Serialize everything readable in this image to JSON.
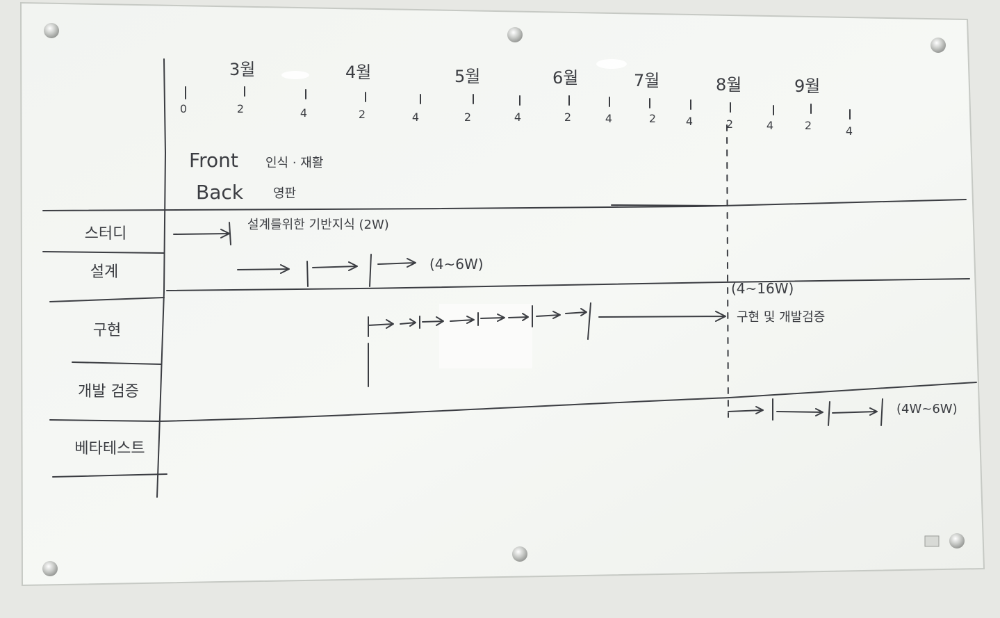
{
  "month_labels": [
    "3월",
    "4월",
    "5월",
    "6월",
    "7월",
    "8월",
    "9월"
  ],
  "week_ticks": [
    "0",
    "2",
    "4",
    "2",
    "4",
    "2",
    "4",
    "2",
    "4",
    "2",
    "4",
    "2",
    "4",
    "2",
    "4"
  ],
  "notes": {
    "front": "Front",
    "front_detail": "인식 · 재활",
    "back": "Back",
    "back_detail": "영판"
  },
  "rows": [
    {
      "label": "스터디",
      "annotation": "설계를위한 기반지식 (2W)"
    },
    {
      "label": "설계",
      "annotation": "(4~6W)"
    },
    {
      "label": "구현",
      "annotation": "구현 및 개발검증",
      "duration": "(4~16W)"
    },
    {
      "label": "개발 검증",
      "annotation": ""
    },
    {
      "label": "베타테스트",
      "annotation": "(4W~6W)"
    }
  ],
  "colors": {
    "board": "#f4f6f3",
    "marker": "#3b3d42",
    "wall": "#e9eae6"
  }
}
